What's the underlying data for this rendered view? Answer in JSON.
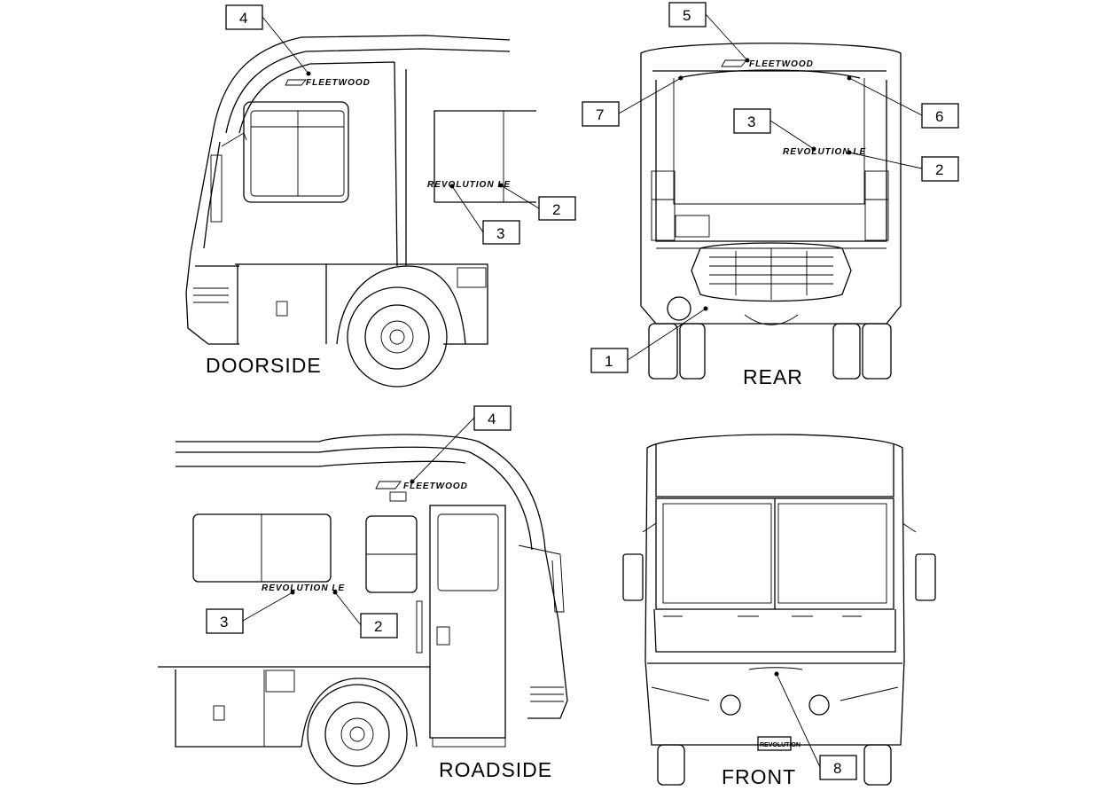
{
  "views": {
    "doorside": {
      "title": "DOORSIDE",
      "fleetwood_logo": "FLEETWOOD",
      "model_decal": "REVOLUTION LE"
    },
    "rear": {
      "title": "REAR",
      "fleetwood_logo": "FLEETWOOD",
      "model_decal": "REVOLUTION LE"
    },
    "roadside": {
      "title": "ROADSIDE",
      "fleetwood_logo": "FLEETWOOD",
      "model_decal": "REVOLUTION LE"
    },
    "front": {
      "title": "FRONT",
      "license_plate": "REVOLUTION"
    }
  },
  "callouts": {
    "doorside": [
      "4",
      "2",
      "3"
    ],
    "rear": [
      "5",
      "7",
      "3",
      "6",
      "2",
      "1"
    ],
    "roadside": [
      "4",
      "3",
      "2"
    ],
    "front": [
      "8"
    ]
  }
}
